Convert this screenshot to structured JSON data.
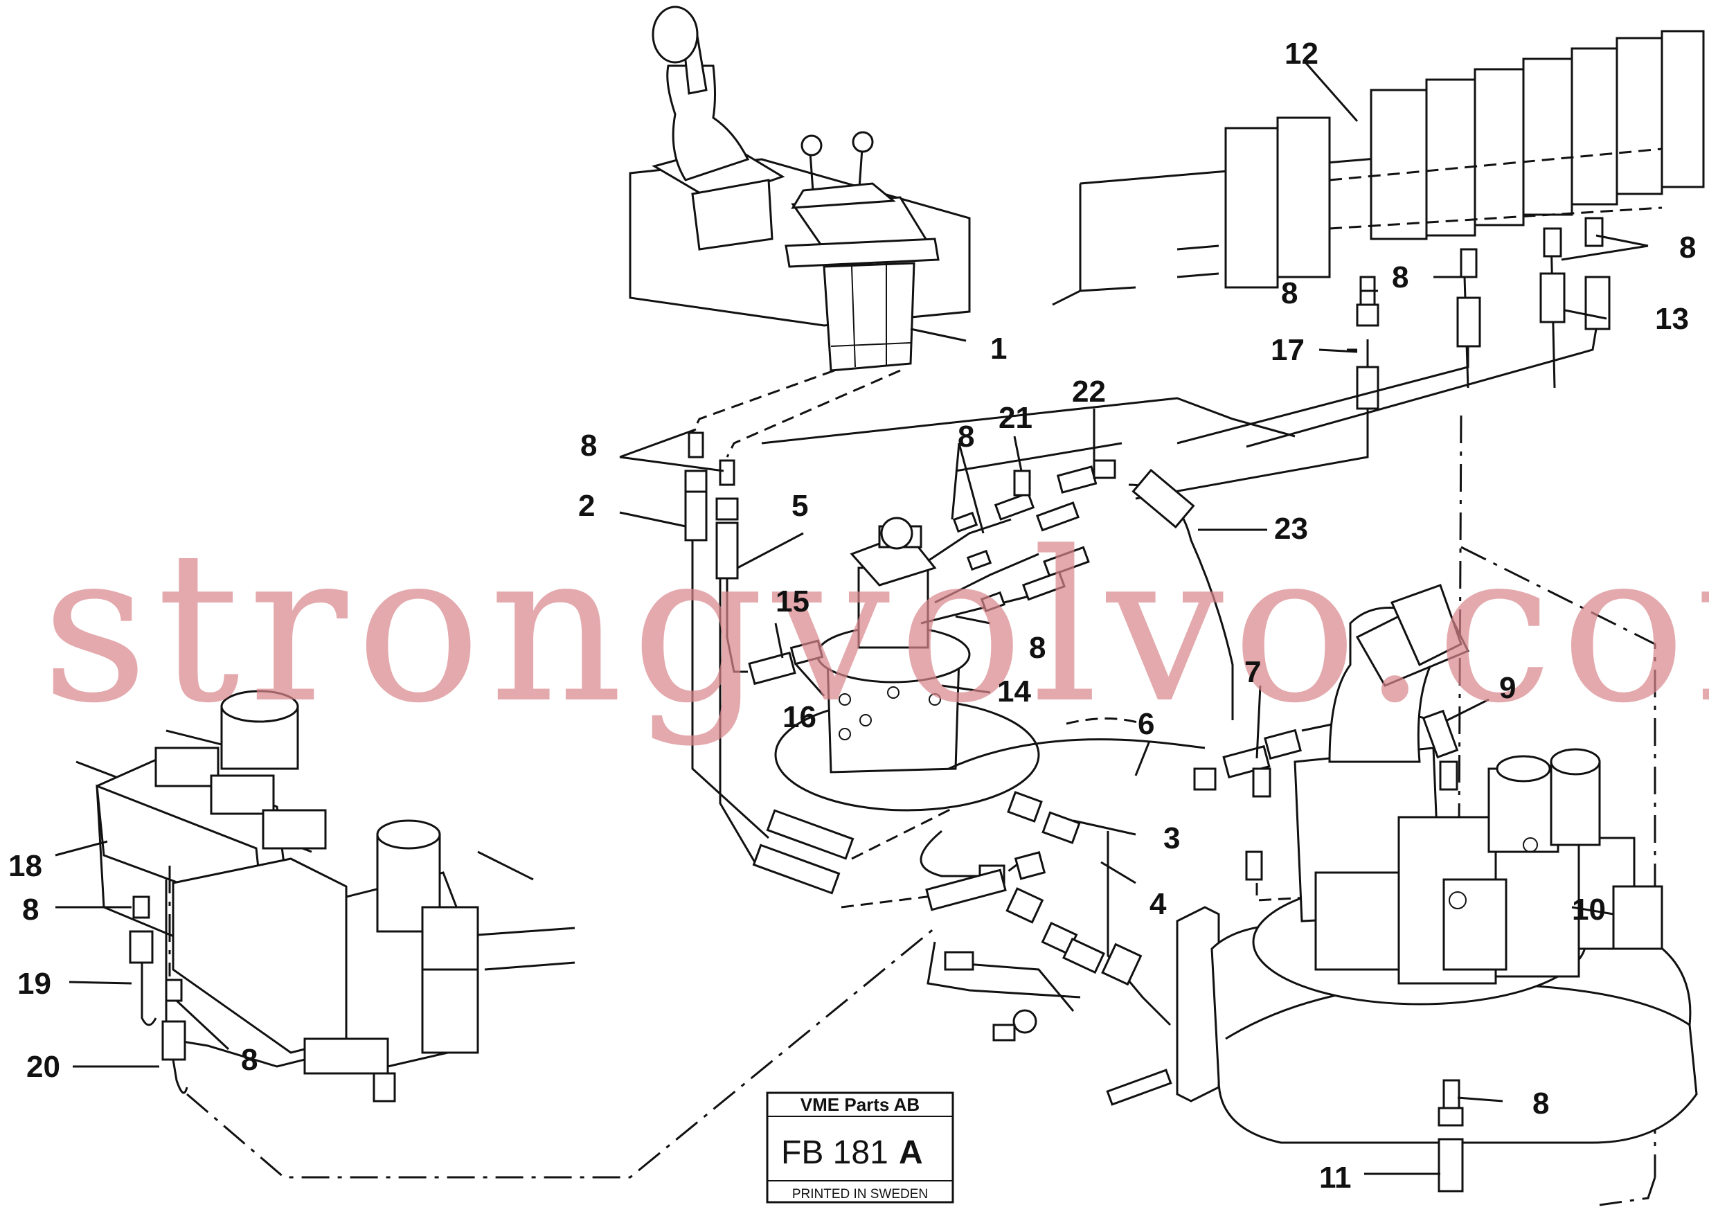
{
  "diagram": {
    "callouts": [
      "1",
      "2",
      "3",
      "4",
      "5",
      "6",
      "7",
      "8",
      "9",
      "10",
      "11",
      "12",
      "13",
      "14",
      "15",
      "16",
      "17",
      "18",
      "19",
      "20",
      "21",
      "22",
      "23"
    ]
  },
  "stamp": {
    "company": "VME Parts AB",
    "code": "FB 181",
    "revision": "A",
    "footer": "PRINTED IN SWEDEN"
  },
  "watermark": "strongvolvo.com"
}
